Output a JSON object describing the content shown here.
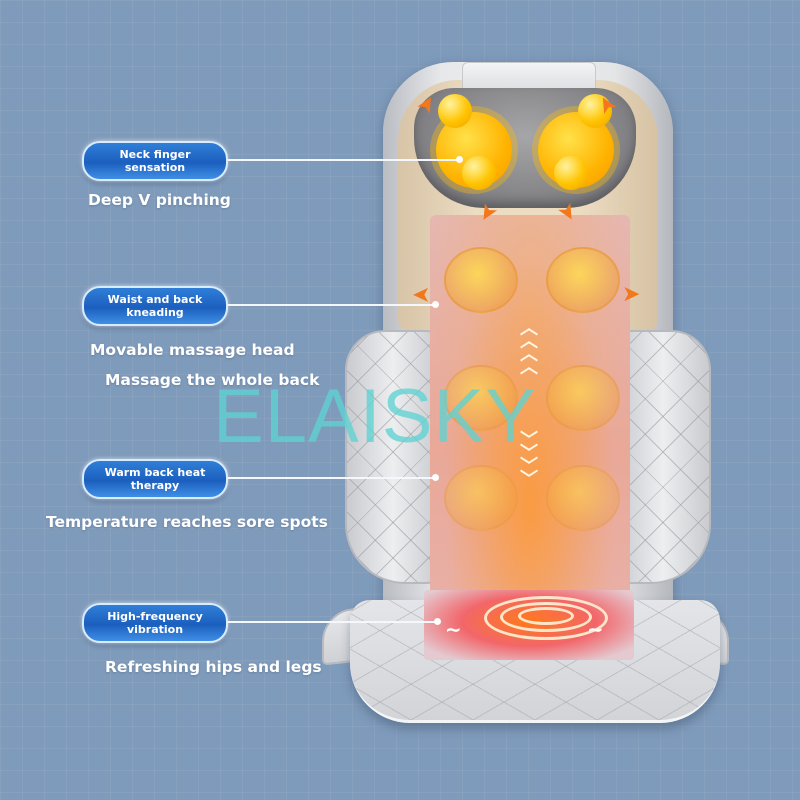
{
  "brand": {
    "watermark": "ELAISKY",
    "watermark_color": "#5fd2d2"
  },
  "colors": {
    "background": "#7f9bbb",
    "pill_blue": "#1c5fbe",
    "pill_border": "#d8ecff",
    "caption_text": "#ffffff",
    "heat_orange": "#f2771d",
    "node_yellow": "#ffc400",
    "chair_gray": "#e4e5e8"
  },
  "features": [
    {
      "label": "Neck finger sensation",
      "caption": "Deep V pinching",
      "caption_extra": ""
    },
    {
      "label": "Waist and back kneading",
      "caption": "Movable massage head",
      "caption_extra": "Massage the whole back"
    },
    {
      "label": "Warm back heat therapy",
      "caption": "Temperature reaches sore spots",
      "caption_extra": ""
    },
    {
      "label": "High-frequency vibration",
      "caption": "Refreshing hips and legs",
      "caption_extra": ""
    }
  ],
  "icons": {
    "chevron_up": "︿",
    "chevron_down": "﹀",
    "wave": "≀",
    "arrow": "➤"
  }
}
